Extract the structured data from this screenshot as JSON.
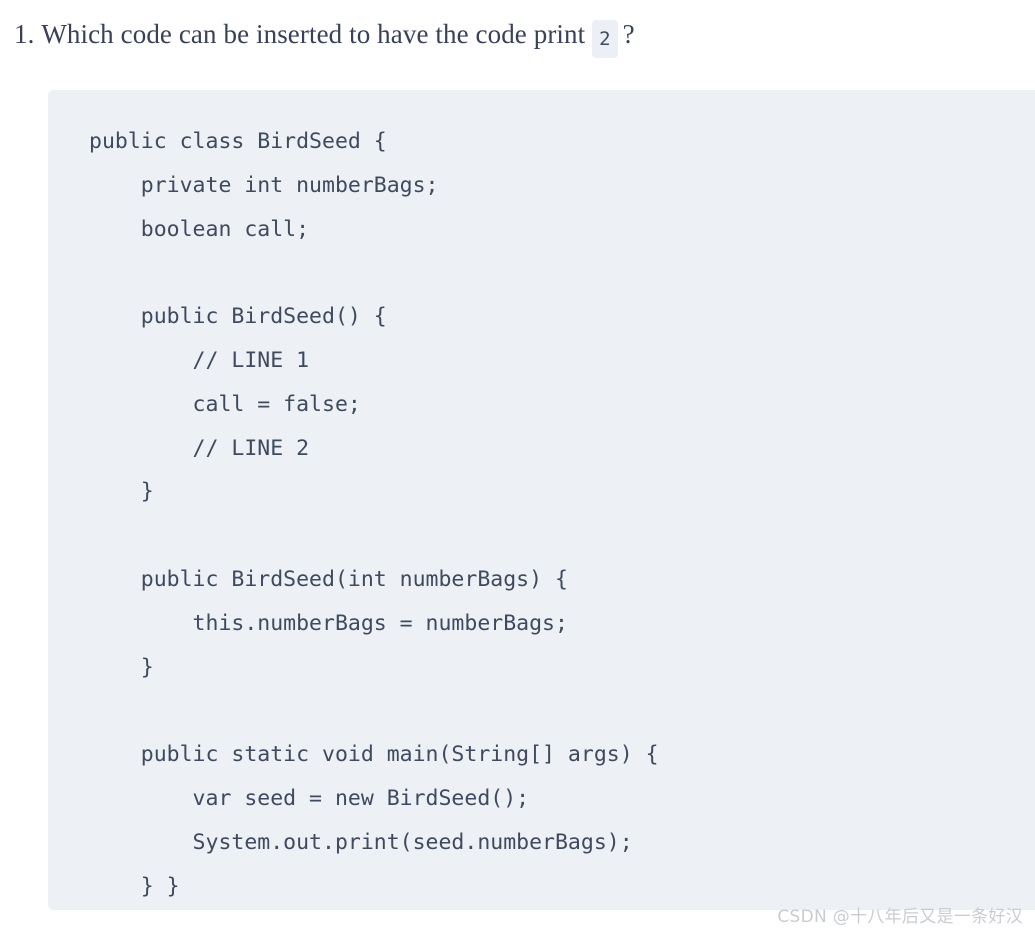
{
  "page": {
    "background_color": "#ffffff"
  },
  "question": {
    "number": "1.",
    "text_before_code": "Which code can be inserted to have the code print",
    "inline_code": "2",
    "text_after_code": "?",
    "text_color": "#39405a",
    "inline_code_bg": "#eceff5"
  },
  "code_block": {
    "language": "java",
    "background_color": "#edf0f5",
    "text_color": "#3f4a5e",
    "lines": [
      "public class BirdSeed {",
      "    private int numberBags;",
      "    boolean call;",
      "",
      "    public BirdSeed() {",
      "        // LINE 1",
      "        call = false;",
      "        // LINE 2",
      "    }",
      "",
      "    public BirdSeed(int numberBags) {",
      "        this.numberBags = numberBags;",
      "    }",
      "",
      "    public static void main(String[] args) {",
      "        var seed = new BirdSeed();",
      "        System.out.print(seed.numberBags);",
      "    } }"
    ],
    "full_text": "public class BirdSeed {\n    private int numberBags;\n    boolean call;\n\n    public BirdSeed() {\n        // LINE 1\n        call = false;\n        // LINE 2\n    }\n\n    public BirdSeed(int numberBags) {\n        this.numberBags = numberBags;\n    }\n\n    public static void main(String[] args) {\n        var seed = new BirdSeed();\n        System.out.print(seed.numberBags);\n    } }"
  },
  "watermark": {
    "text": "CSDN @十八年后又是一条好汉",
    "color": "#c9ccd1"
  }
}
